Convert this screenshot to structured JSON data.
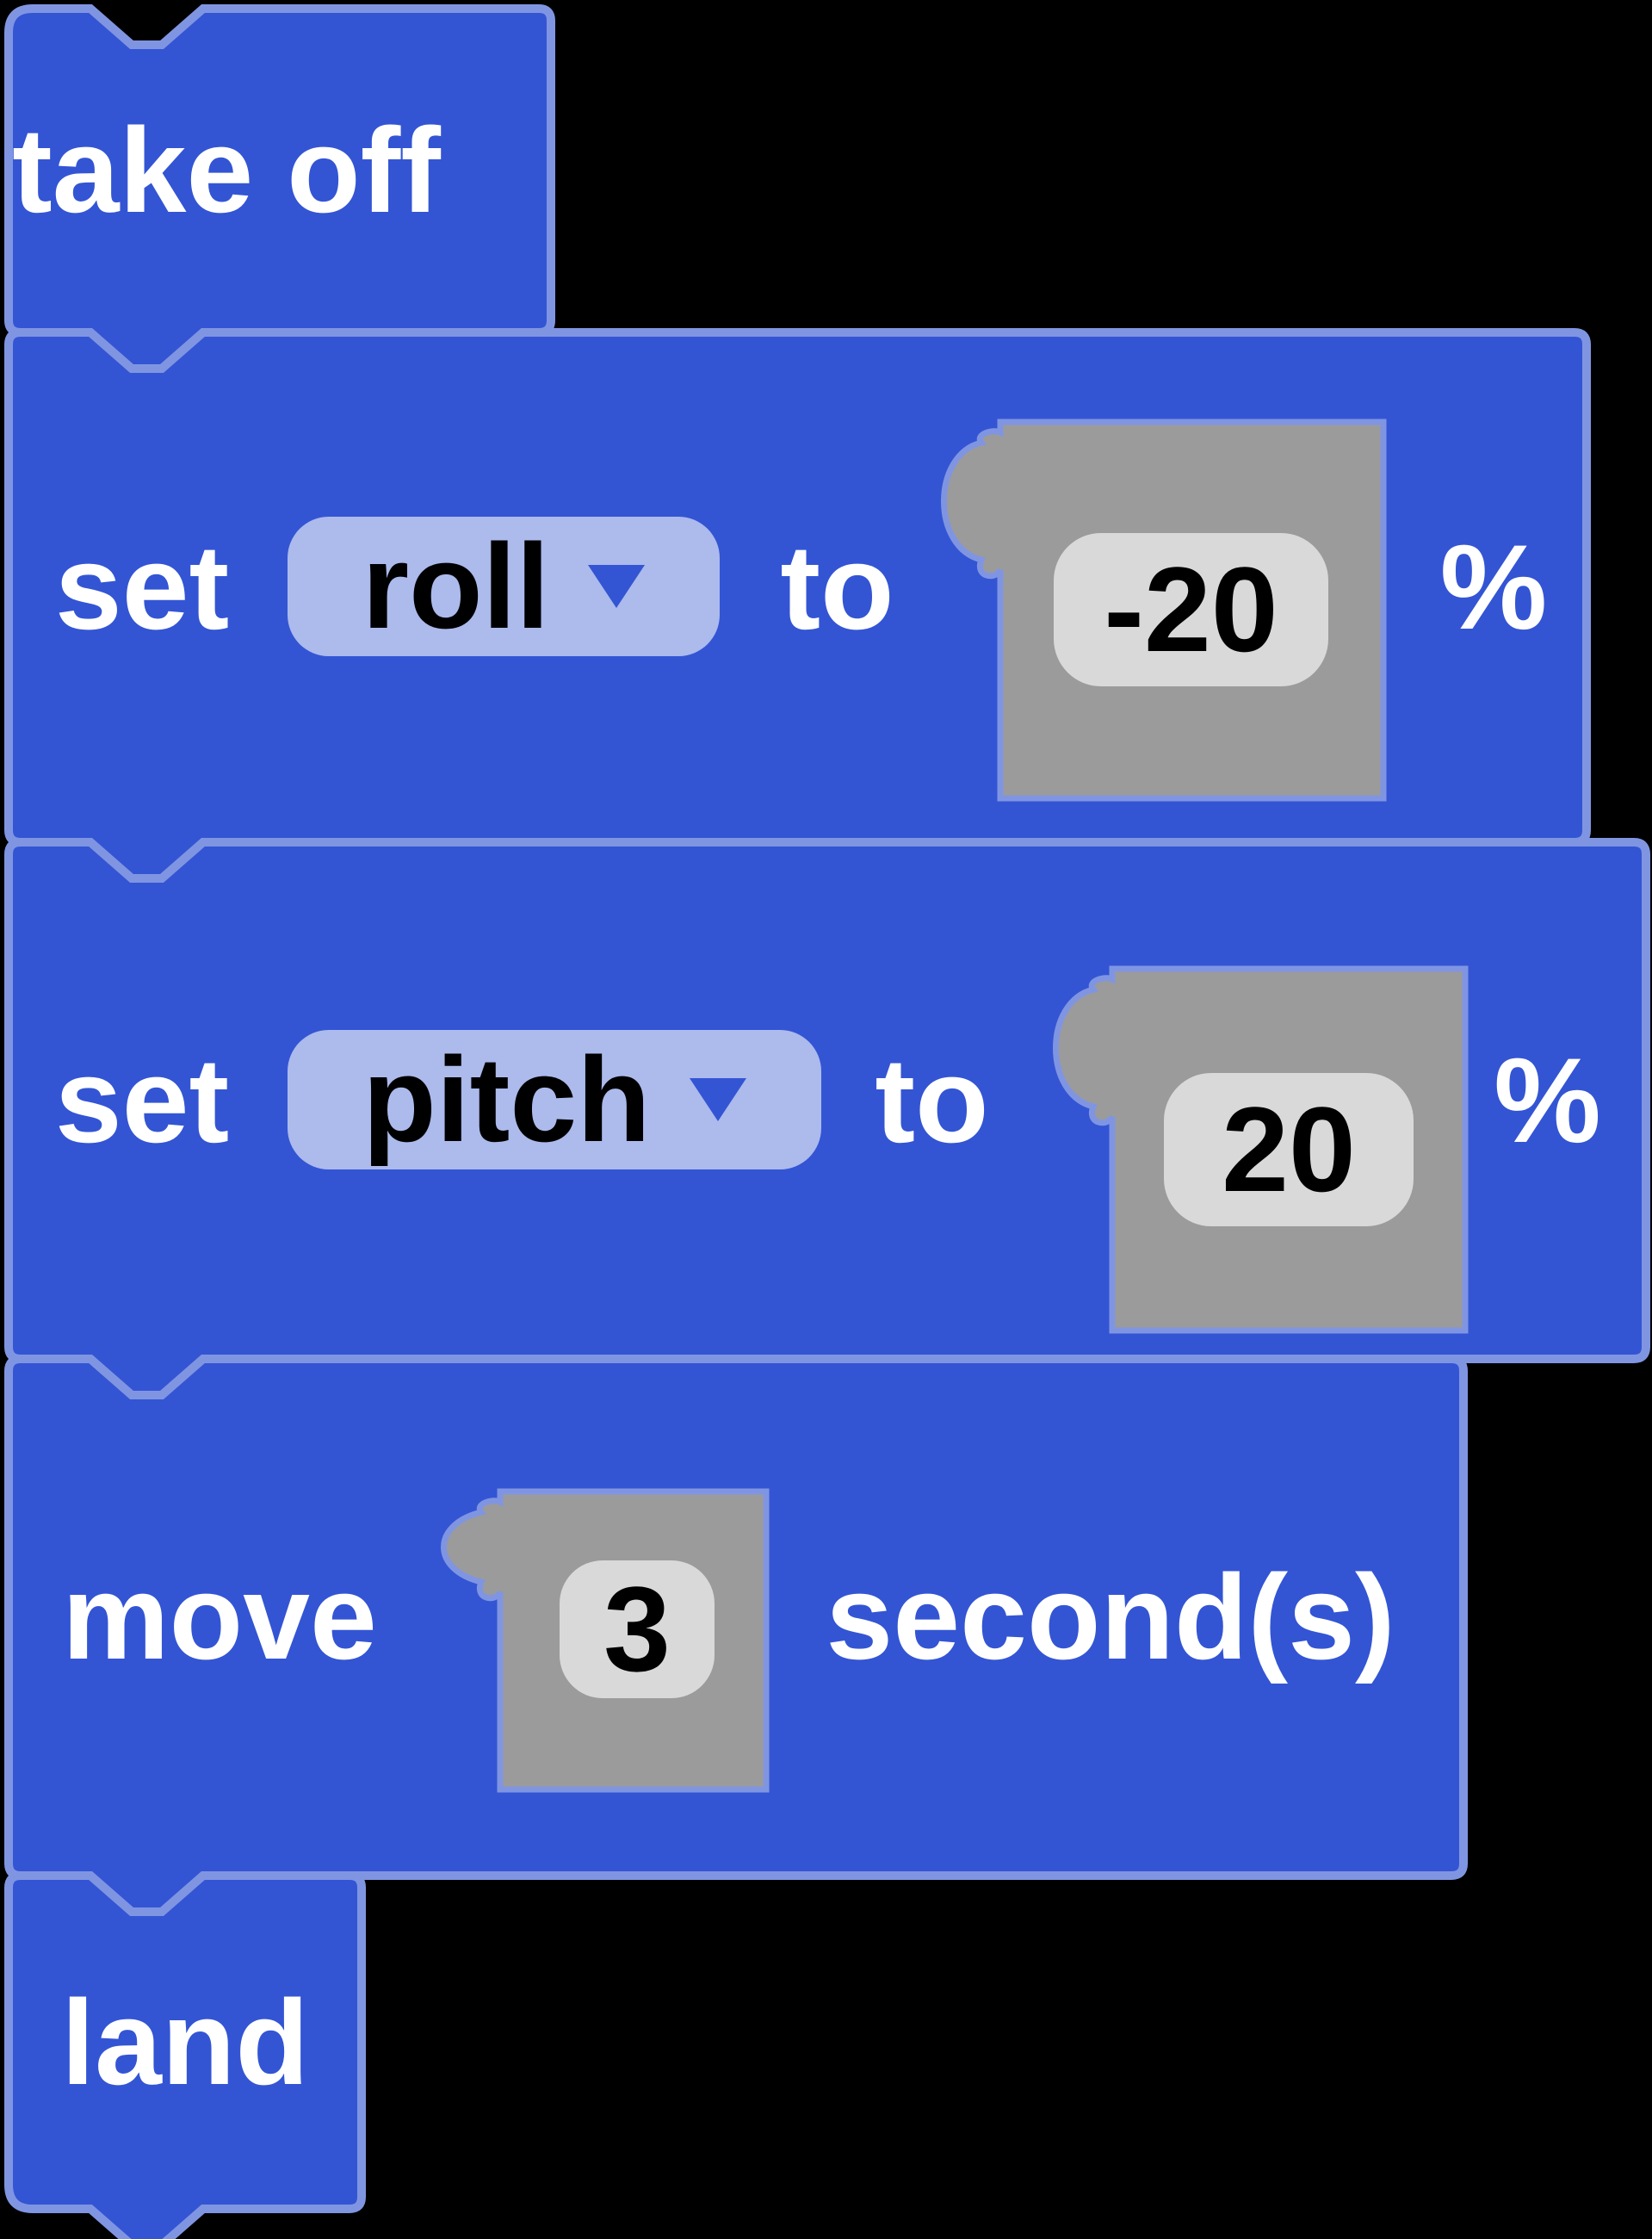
{
  "colors": {
    "background": "#000000",
    "block_fill": "#3355D4",
    "block_border": "#8095E2",
    "dropdown_fill": "#ACBAEC",
    "dropdown_text": "#000000",
    "dropdown_arrow": "#3355D4",
    "reporter_fill": "#9B9B9B",
    "reporter_border": "#8095E2",
    "input_fill": "#D9D9D9",
    "input_text": "#000000",
    "label_text": "#FFFFFF"
  },
  "blocks": [
    {
      "type": "command",
      "label": "take off"
    },
    {
      "type": "command",
      "prefix": "set",
      "dropdown_value": "roll",
      "mid": "to",
      "input_value": "-20",
      "suffix": "%"
    },
    {
      "type": "command",
      "prefix": "set",
      "dropdown_value": "pitch",
      "mid": "to",
      "input_value": "20",
      "suffix": "%"
    },
    {
      "type": "command",
      "prefix": "move",
      "input_value": "3",
      "suffix": "second(s)"
    },
    {
      "type": "command",
      "label": "land"
    }
  ]
}
